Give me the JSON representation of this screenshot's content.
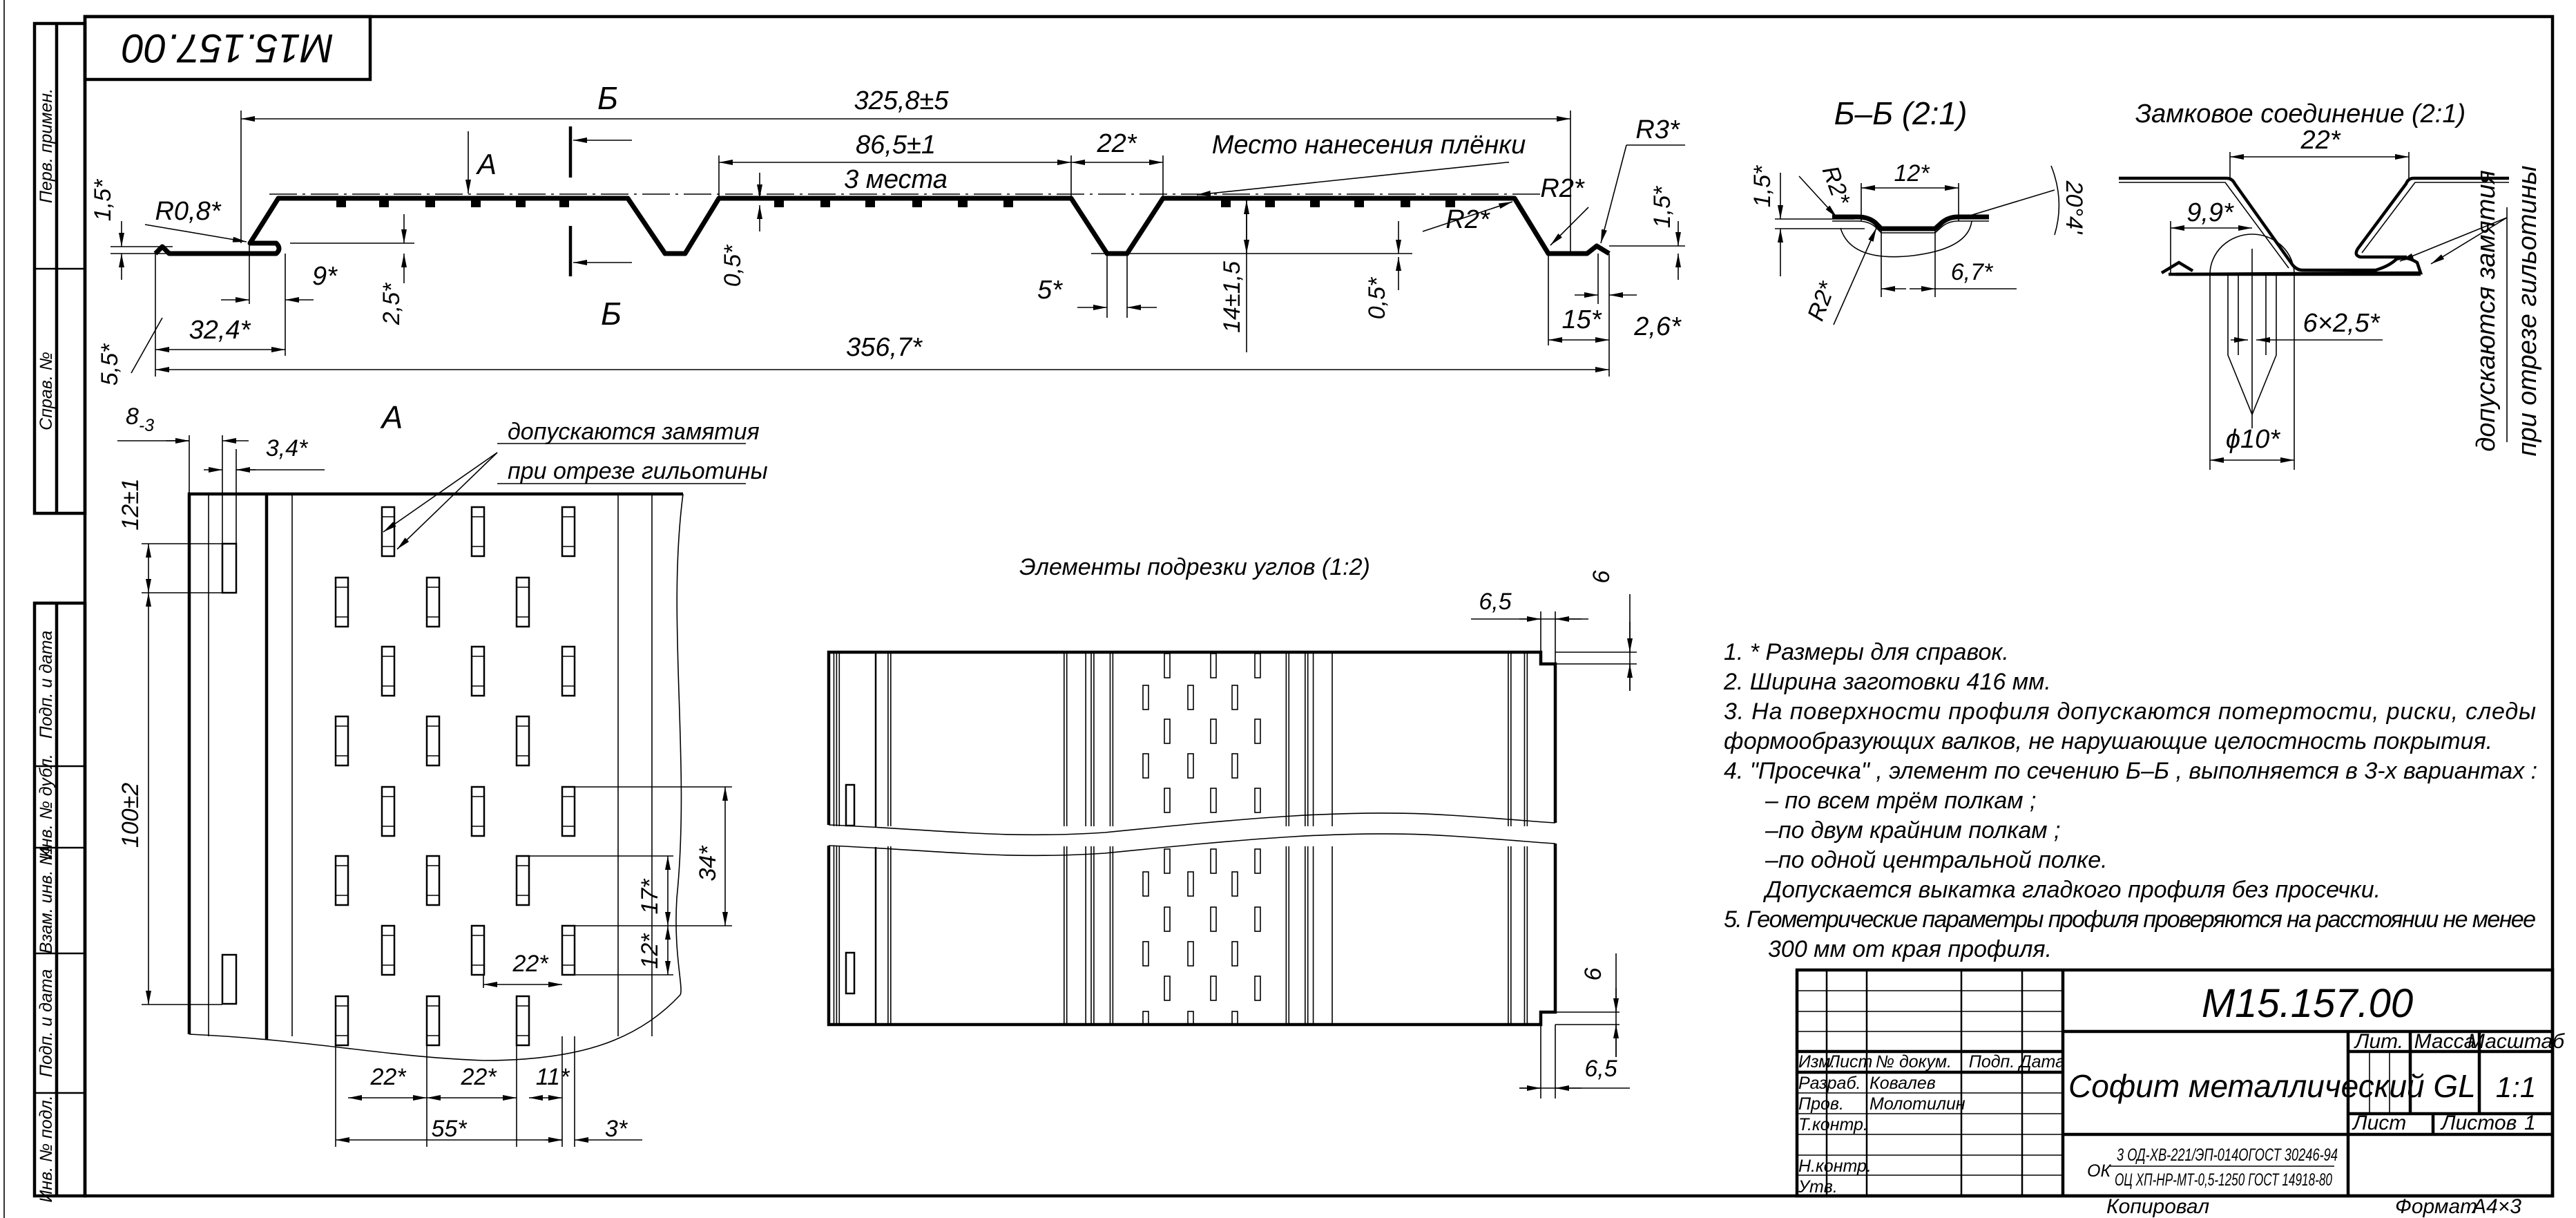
{
  "header_stamp": {
    "code": "M15.157.00"
  },
  "side_stamps": [
    "Перв. примен.",
    "Справ. №",
    "Подп. и дата",
    "Инв. № дубл.",
    "Взам. инв. №",
    "Подп. и дата",
    "Инв. № подл."
  ],
  "main_view": {
    "section_label_top": "Б",
    "section_label_bottom": "Б",
    "view_arrow_label": "А",
    "dims": {
      "overall": "325,8±5",
      "pitch": "86,5±1",
      "places": "3 места",
      "groove_top": "22*",
      "film_note": "Место нанесения плёнки",
      "r3": "R3*",
      "r2_a": "R2*",
      "r2_b": "R2*",
      "r08": "R0,8*",
      "h15_left": "1,5*",
      "h15_right": "1,5*",
      "d9": "9*",
      "d25": "2,5*",
      "d05_a": "0,5*",
      "d05_b": "0,5*",
      "d5": "5*",
      "height": "14±1,5",
      "d324": "32,4*",
      "total": "356,7*",
      "d55": "5,5*",
      "d15": "15*",
      "d26": "2,6*"
    }
  },
  "view_a": {
    "title": "А",
    "note_line1": "допускаются замятия",
    "note_line2": "при отрезе гильотины",
    "dims": {
      "d8": "8",
      "d8_tol": "-3",
      "d34": "3,4*",
      "d12": "12±1",
      "d100": "100±2",
      "d34v": "34*",
      "d17": "17*",
      "d12s": "12*",
      "d22_inner": "22*",
      "d22_a": "22*",
      "d22_b": "22*",
      "d11": "11*",
      "d55": "55*",
      "d3": "3*"
    }
  },
  "section_bb": {
    "title": "Б–Б (2:1)",
    "d15": "1,5*",
    "d12": "12*",
    "angle": "20°4'",
    "r2_a": "R2*",
    "r2_b": "R2*",
    "d67": "6,7*"
  },
  "lock_joint": {
    "title": "Замковое соединение (2:1)",
    "d22": "22*",
    "d99": "9,9*",
    "screw": "6×2,5*",
    "dia": "ϕ10*",
    "note_line1": "допускаются замятия",
    "note_line2": "при отрезе гильотины"
  },
  "corner_elements": {
    "title": "Элементы подрезки углов (1:2)",
    "d65_top": "6,5",
    "d6_top": "6",
    "d6_bottom": "6",
    "d65_bottom": "6,5"
  },
  "notes": [
    "1.  * Размеры для справок.",
    "2. Ширина заготовки 416 мм.",
    "3. На   поверхности   профиля   допускаются   потертости,   риски,   следы",
    "формообразующих валков, не нарушающие целостность покрытия.",
    "4. \"Просечка\" , элемент по сечению Б–Б , выполняется в 3-х   вариантах :",
    "– по всем трём полкам ;",
    "–по двум крайним полкам ;",
    "–по одной центральной полке.",
    "Допускается выкатка гладкого профиля без просечки.",
    "5. Геометрические параметры профиля проверяются на расстоянии не менее",
    "300 мм от края профиля."
  ],
  "title_block": {
    "code": "M15.157.00",
    "name": "Софит металлический GL",
    "headers": {
      "izm": "Изм.",
      "list": "Лист",
      "doc_no": "№ докум.",
      "sign": "Подп.",
      "date": "Дата"
    },
    "roles": {
      "developer": "Разраб.",
      "checker": "Пров.",
      "tech_control": "Т.контр.",
      "norm_control": "Н.контр.",
      "approved": "Утв."
    },
    "developer_name": "Ковалев",
    "checker_name": "Молотилин",
    "lit_label": "Лит.",
    "mass_label": "Масса",
    "scale_label": "Масштаб",
    "scale": "1:1",
    "sheet_label": "Лист",
    "sheets_label": "Листов",
    "sheets": "1",
    "material_prefix": "ОК",
    "material_top": "3 ОД-ХВ-221/ЭП-014ОГОСТ 30246-94",
    "material_bottom": "ОЦ ХП-НР-МТ-0,5-1250 ГОСТ 14918-80",
    "copied_label": "Копировал",
    "format_label": "Формат",
    "format": "А4×3"
  }
}
